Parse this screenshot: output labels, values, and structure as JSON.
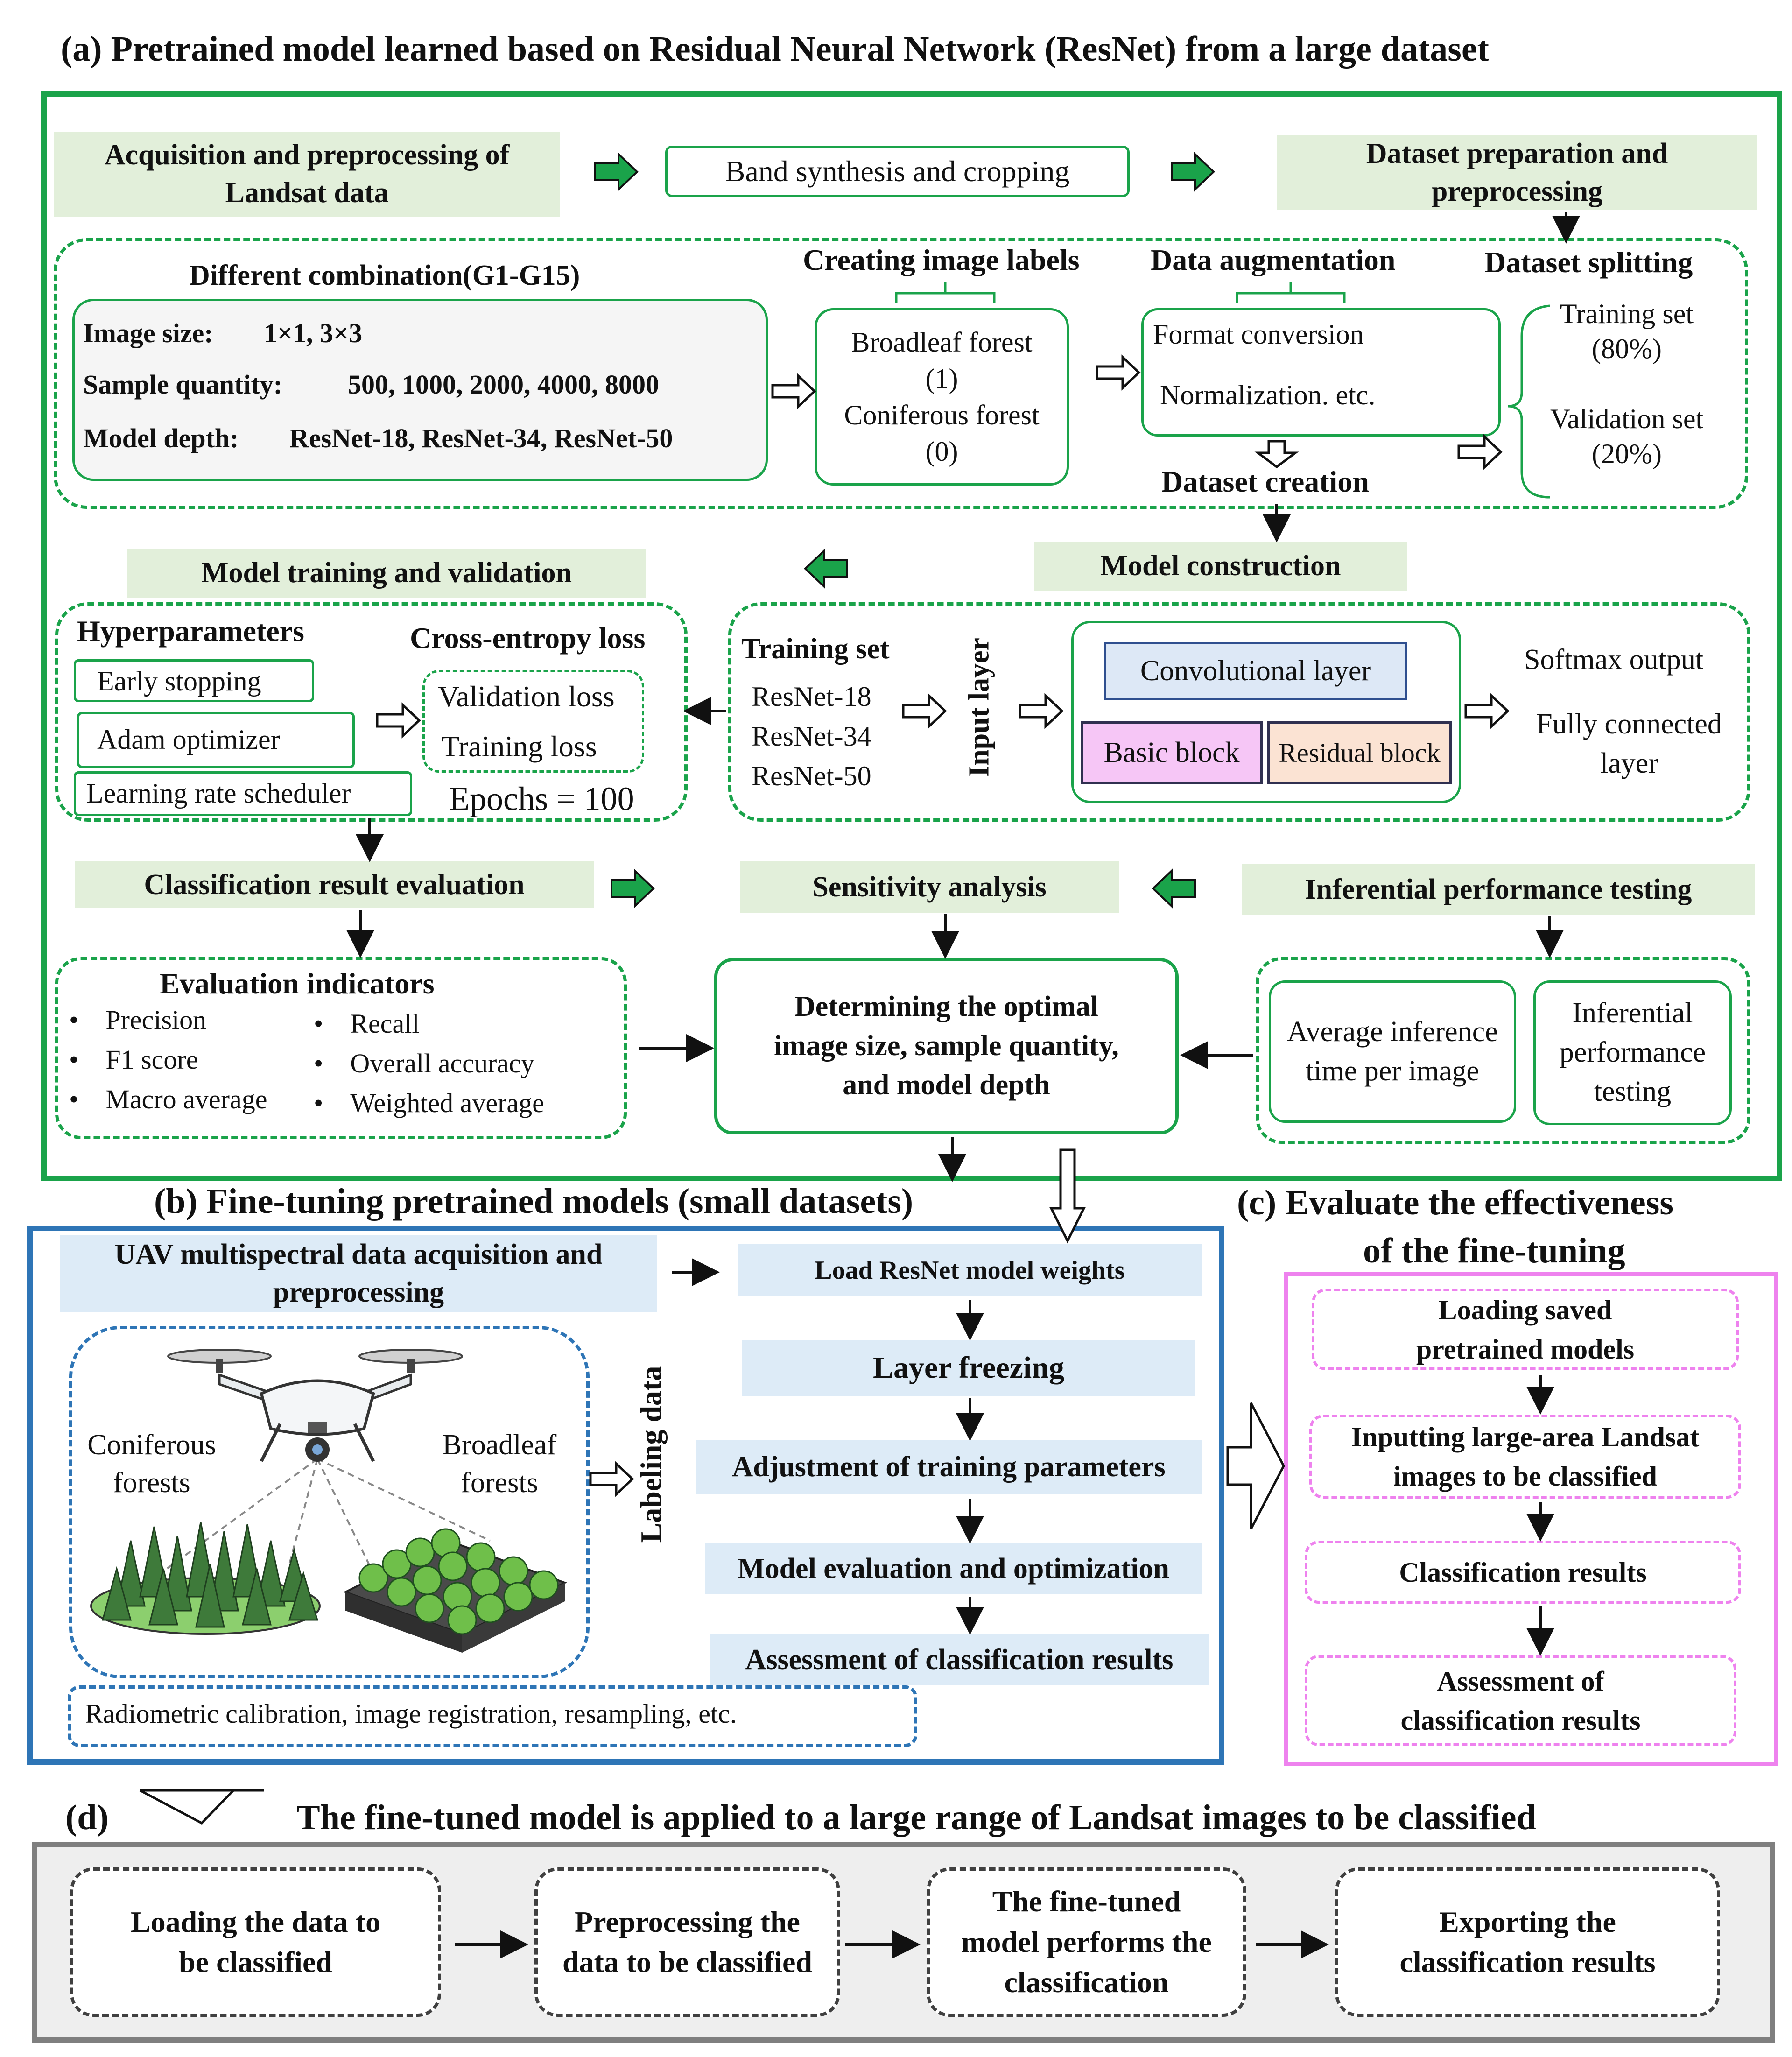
{
  "a": {
    "title": "(a) Pretrained model learned based on Residual Neural Network (ResNet) from a large dataset",
    "acq": [
      "Acquisition and preprocessing of",
      "Landsat data"
    ],
    "band": "Band synthesis and cropping",
    "prep": [
      "Dataset preparation and",
      "preprocessing"
    ],
    "combo": {
      "title": "Different combination(G1-G15)",
      "size_label": "Image size:",
      "size_value": "1×1, 3×3",
      "qty_label": "Sample quantity:",
      "qty_value": "500, 1000, 2000, 4000, 8000",
      "depth_label": "Model depth:",
      "depth_value": "ResNet-18, ResNet-34, ResNet-50"
    },
    "labels": {
      "title": "Creating image labels",
      "items": [
        "Broadleaf forest",
        "(1)",
        "Coniferous forest",
        "(0)"
      ]
    },
    "aug": {
      "title": "Data augmentation",
      "items": [
        "Format conversion",
        "Normalization. etc."
      ]
    },
    "creation": "Dataset creation",
    "split": {
      "title": "Dataset splitting",
      "items": [
        "Training set",
        "(80%)",
        "Validation set",
        "(20%)"
      ]
    },
    "train_title": "Model training and validation",
    "hyper": {
      "title": "Hyperparameters",
      "items": [
        "Early stopping",
        "Adam optimizer",
        "Learning rate scheduler"
      ]
    },
    "ce": {
      "title": "Cross-entropy loss",
      "items": [
        "Validation loss",
        "Training loss"
      ],
      "epochs": "Epochs = 100"
    },
    "construction": "Model construction",
    "arch": {
      "training": "Training set",
      "models": [
        "ResNet-18",
        "ResNet-34",
        "ResNet-50"
      ],
      "input": "Input layer",
      "conv": "Convolutional layer",
      "basic": "Basic block",
      "residual": "Residual block",
      "softmax": "Softmax output",
      "fc": [
        "Fully connected",
        "layer"
      ]
    },
    "eval_title": "Classification result evaluation",
    "sens_title": "Sensitivity analysis",
    "infer_title": "Inferential performance testing",
    "indicators": {
      "title": "Evaluation indicators",
      "left": [
        "Precision",
        "F1 score",
        "Macro average"
      ],
      "right": [
        "Recall",
        "Overall accuracy",
        "Weighted average"
      ]
    },
    "optimal": [
      "Determining the optimal",
      "image size, sample quantity,",
      "and  model depth"
    ],
    "avg_time": [
      "Average inference",
      "time per image"
    ],
    "infer_box": [
      "Inferential",
      "performance",
      "testing"
    ]
  },
  "b": {
    "title": "(b) Fine-tuning pretrained models (small datasets)",
    "uav": [
      "UAV multispectral data acquisition and",
      "preprocessing"
    ],
    "coniferous": [
      "Coniferous",
      "forests"
    ],
    "broadleaf": [
      "Broadleaf",
      "forests"
    ],
    "labeling": "Labeling data",
    "radiometric": "Radiometric calibration, image registration, resampling, etc.",
    "steps": [
      "Load ResNet model weights",
      "Layer freezing",
      "Adjustment of training parameters",
      "Model evaluation and optimization",
      "Assessment of classification results"
    ]
  },
  "c": {
    "title": [
      "(c) Evaluate the effectiveness",
      "of the fine-tuning"
    ],
    "steps": [
      [
        "Loading saved",
        "pretrained models"
      ],
      [
        "Inputting large-area Landsat",
        "images to be classified"
      ],
      [
        "Classification results"
      ],
      [
        "Assessment of",
        "classification results"
      ]
    ]
  },
  "d": {
    "title": "The fine-tuned model is applied to a large range of Landsat images to be classified",
    "label": "(d)",
    "steps": [
      [
        "Loading the data to",
        "be classified"
      ],
      [
        "Preprocessing the",
        "data to be classified"
      ],
      [
        "The fine-tuned",
        "model performs the",
        "classification"
      ],
      [
        "Exporting the",
        "classification results"
      ]
    ]
  },
  "colors": {
    "green": "#1aa34a",
    "blue": "#2e75b6",
    "pink": "#ee82ee",
    "gray": "#7f7f7f"
  }
}
